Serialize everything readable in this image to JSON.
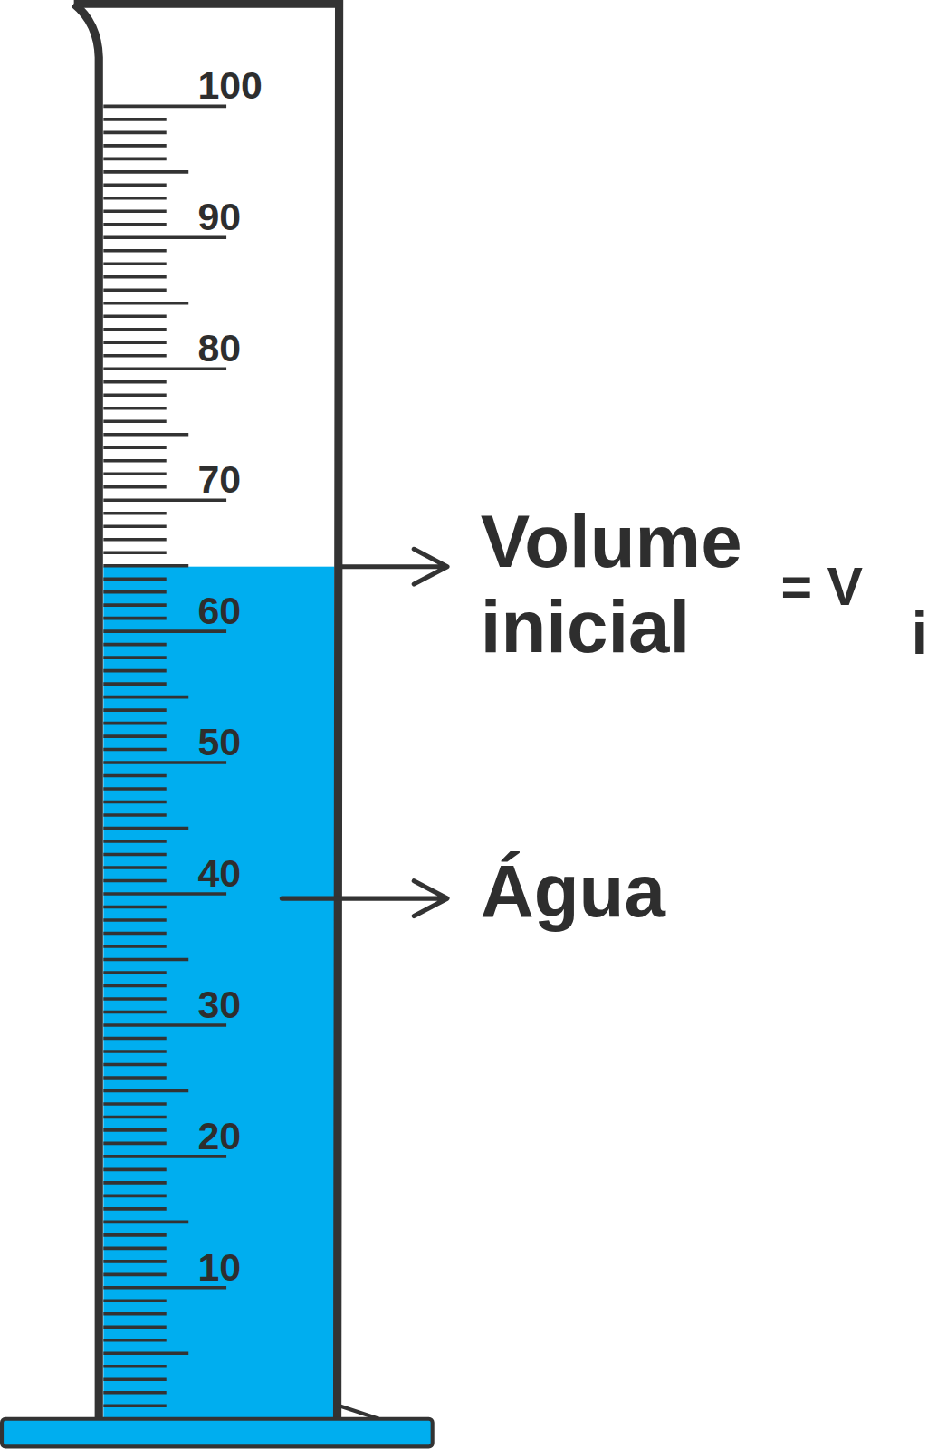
{
  "diagram": {
    "labels": [
      "100",
      "90",
      "80",
      "70",
      "60",
      "50",
      "40",
      "30",
      "20",
      "10",
      "Volume inicial",
      "= V",
      "i",
      "Água"
    ]
  }
}
